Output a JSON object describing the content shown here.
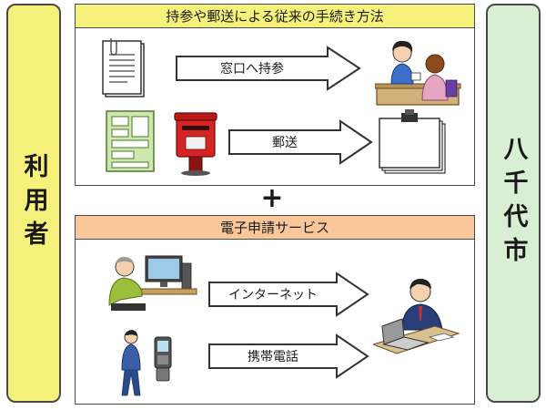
{
  "user_panel": {
    "label": "利用者"
  },
  "city_panel": {
    "label": "八千代市"
  },
  "traditional": {
    "title": "持参や郵送による従来の手続き方法",
    "arrow_counter": "窓口へ持参",
    "arrow_mail": "郵送"
  },
  "plus": "+",
  "electronic": {
    "title": "電子申請サービス",
    "arrow_internet": "インターネット",
    "arrow_mobile": "携帯電話"
  },
  "colors": {
    "user_bg": "#f6f17a",
    "city_bg": "#d9efd3",
    "traditional_header": "#f6f17a",
    "electronic_header": "#f9c79a"
  }
}
